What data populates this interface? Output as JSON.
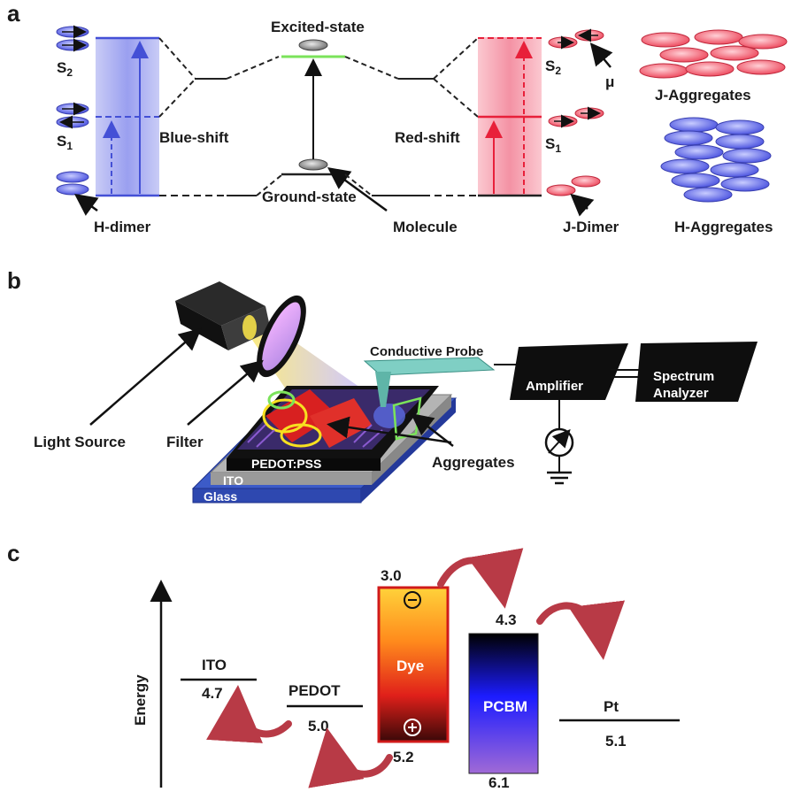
{
  "panel_a": {
    "letter": "a",
    "s2_left": "S",
    "s2_left_sub": "2",
    "s1_left": "S",
    "s1_left_sub": "1",
    "blue_shift": "Blue-shift",
    "excited_state": "Excited-state",
    "ground_state": "Ground-state",
    "red_shift": "Red-shift",
    "s2_right": "S",
    "s2_right_sub": "2",
    "s1_right": "S",
    "s1_right_sub": "1",
    "mu": "μ",
    "h_dimer": "H-dimer",
    "molecule": "Molecule",
    "j_dimer": "J-Dimer",
    "j_aggregates": "J-Aggregates",
    "h_aggregates": "H-Aggregates",
    "colors": {
      "blue": "#5b63e0",
      "red": "#f05a6a",
      "green": "#7be35a"
    }
  },
  "panel_b": {
    "letter": "b",
    "conductive_probe": "Conductive Probe",
    "amplifier": "Amplifier",
    "spectrum_analyzer_1": "Spectrum",
    "spectrum_analyzer_2": "Analyzer",
    "light_source": "Light Source",
    "filter": "Filter",
    "aggregates": "Aggregates",
    "pedot_pss": "PEDOT:PSS",
    "ito": "ITO",
    "glass": "Glass"
  },
  "panel_c": {
    "letter": "c",
    "energy": "Energy",
    "ito": "ITO",
    "ito_value": "4.7",
    "pedot": "PEDOT",
    "pedot_value": "5.0",
    "dye": "Dye",
    "dye_top": "3.0",
    "dye_bottom": "5.2",
    "pcbm": "PCBM",
    "pcbm_top": "4.3",
    "pcbm_bottom": "6.1",
    "pt": "Pt",
    "pt_value": "5.1"
  }
}
